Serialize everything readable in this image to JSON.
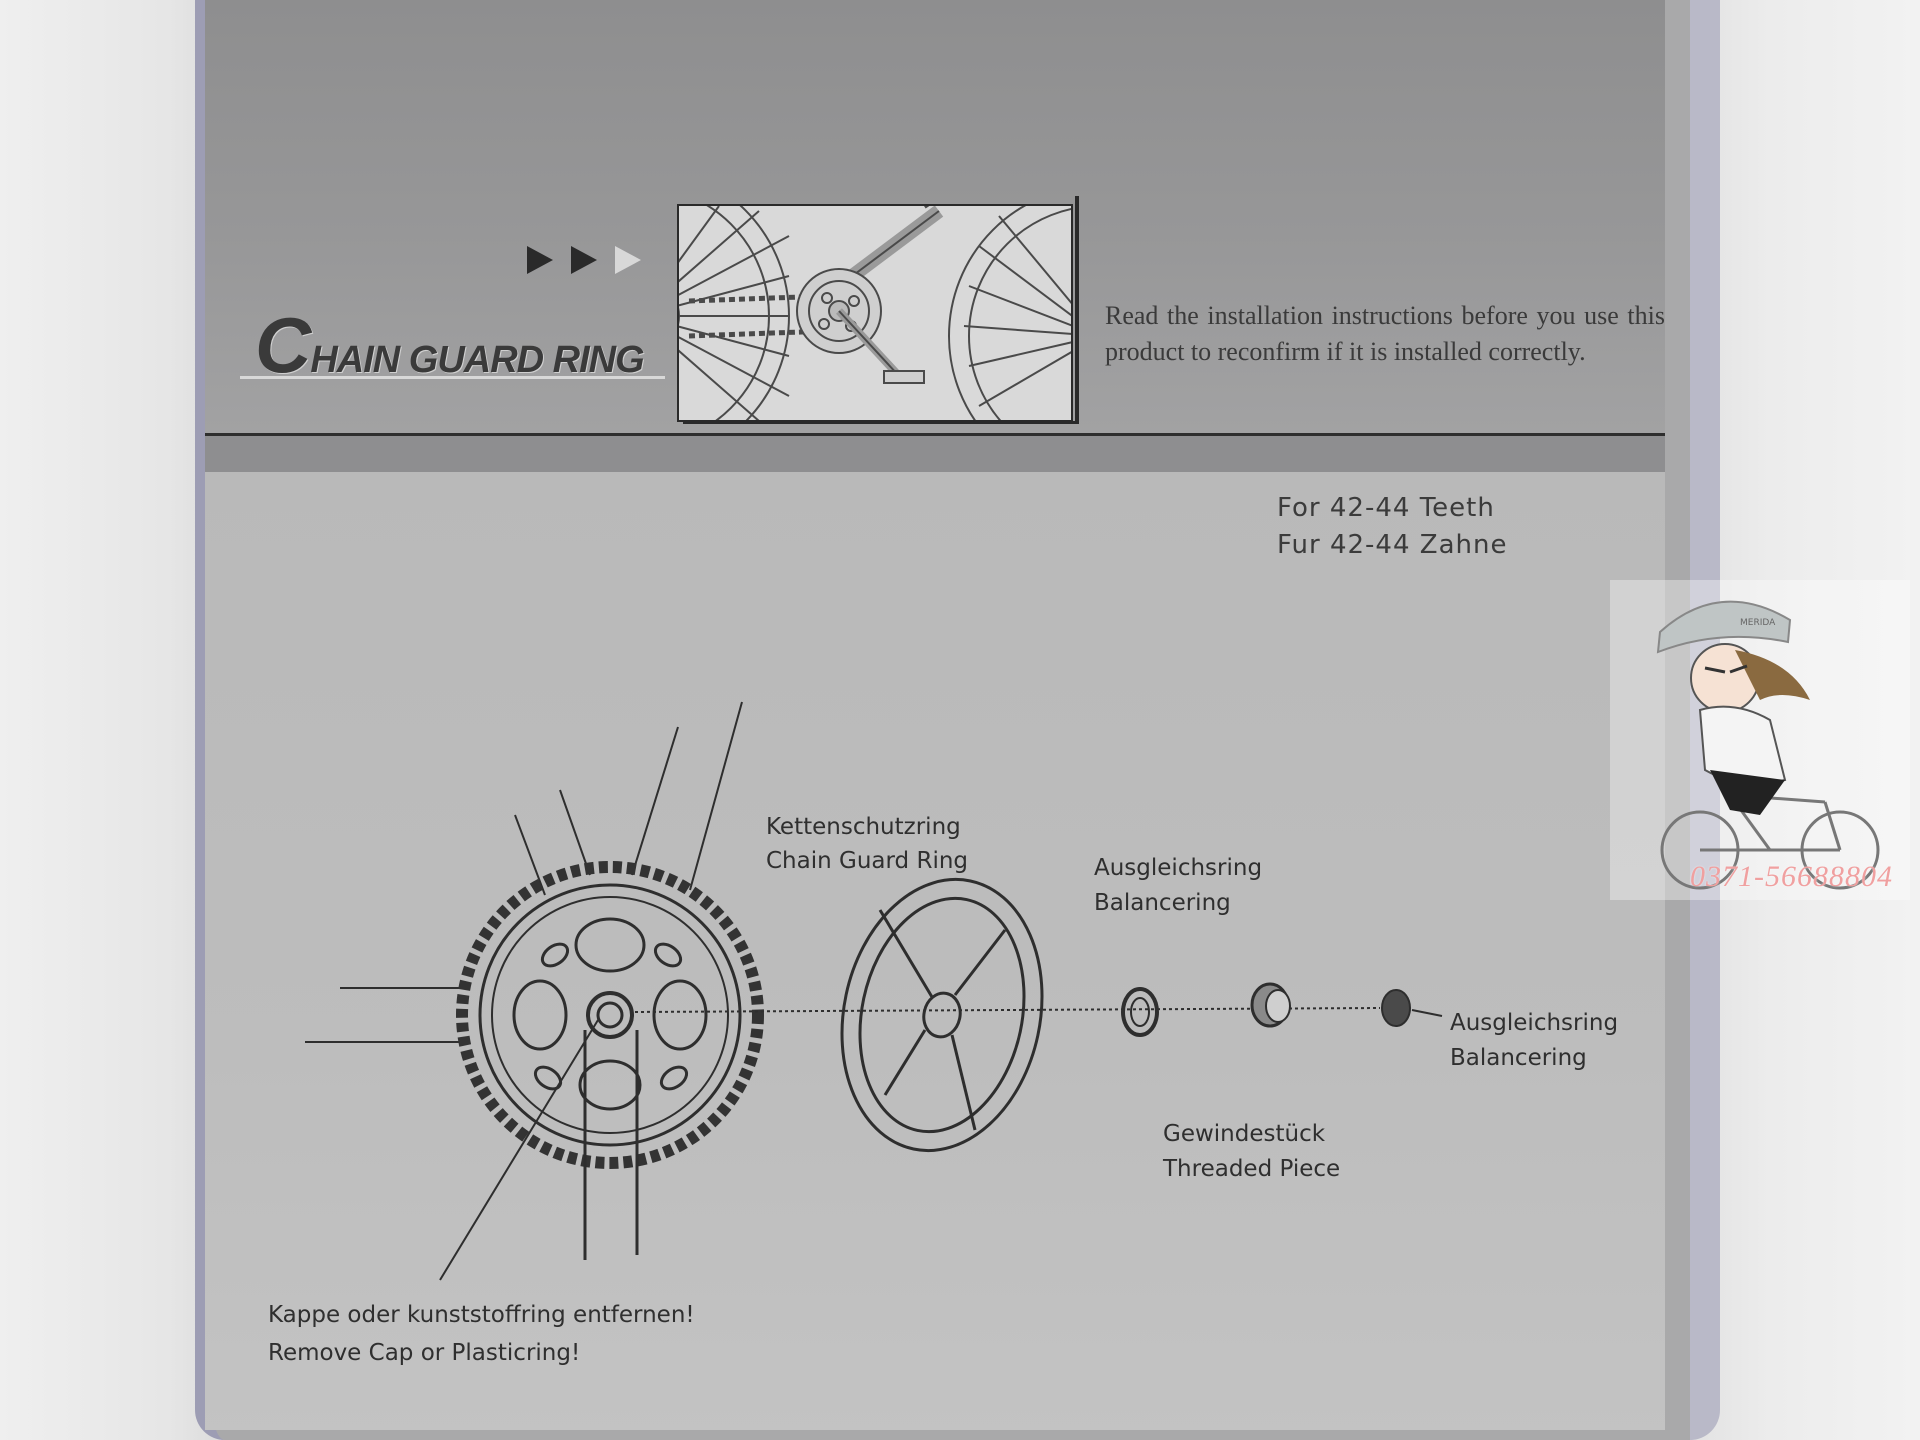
{
  "product": {
    "title_initial": "C",
    "title_rest": "HAIN GUARD RING"
  },
  "intro": {
    "text": "Read the installation instructions before you use this product to reconfirm if it is installed correctly."
  },
  "teeth": {
    "line_en": "For 42-44 Teeth",
    "line_de": "Fur 42-44 Zahne"
  },
  "labels": {
    "chain_guard_de": "Kettenschutzring",
    "chain_guard_en": "Chain Guard Ring",
    "balancer1_de": "Ausgleichsring",
    "balancer1_en": "Balancering",
    "balancer2_de": "Ausgleichsring",
    "balancer2_en": "Balancering",
    "threaded_de": "Gewindestück",
    "threaded_en": "Threaded Piece",
    "remove_de": "Kappe oder kunststoffring entfernen!",
    "remove_en": "Remove Cap or Plasticring!"
  },
  "watermark": {
    "phone": "0371-56688804",
    "helmet_text": "MERIDA"
  },
  "colors": {
    "header_gray": "#939394",
    "content_gray": "#bcbcbc",
    "ink": "#333333",
    "watermark_pink": "#f0a0a0"
  }
}
